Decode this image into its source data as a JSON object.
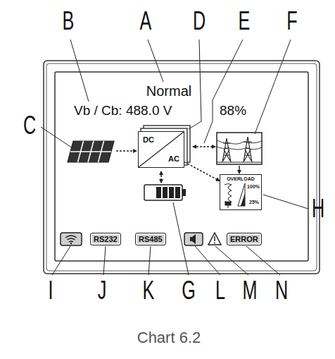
{
  "diagram": {
    "caption": "Chart 6.2",
    "nodes": [
      {
        "text": [
          "DC",
          "AC"
        ]
      },
      {
        "text": [
          "OVERLOAD",
          "100%",
          "25%"
        ]
      },
      {
        "text": [
          "RS232"
        ]
      },
      {
        "text": [
          "RS485"
        ]
      },
      {
        "text": [
          "ERROR"
        ]
      }
    ],
    "edges": [
      {
        "from": 0,
        "to": 1,
        "arrow": "to"
      }
    ],
    "labels": [
      "B",
      "A",
      "D",
      "E",
      "F",
      "Normal",
      "Vb / Cb: 488.0 V",
      "88%",
      "C",
      "H",
      "I",
      "J",
      "K",
      "G",
      "L",
      "M",
      "N"
    ]
  }
}
